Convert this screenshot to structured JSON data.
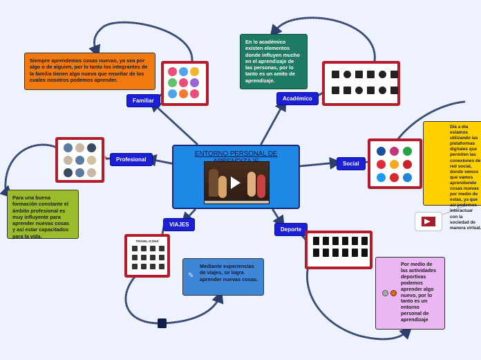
{
  "central": {
    "title": "ENTORNO PERSONAL DE APRENDIZAJE"
  },
  "branches": {
    "familiar": {
      "label": "Familiar",
      "note": "Siempre aprendemos cosas nuevas, ya sea por algo o de alguien, por lo tanto los integrantes de la familia tienen algo nuevo que enseñar de los cuales nosotros podemos aprender."
    },
    "academico": {
      "label": "Académico",
      "note": "En lo académico existen elementos donde influyen mucho en el aprendizaje de las personas, por lo tanto es un amito de aprendizaje."
    },
    "profesional": {
      "label": "Profesional",
      "note": "Para una buena formación constante el ámbito profesional es muy influyente para aprender nuevas cosas y así estar capacitados para la vida."
    },
    "social": {
      "label": "Social",
      "note": "Día a día estamos utilizando las plataformas digitales que permiten las conexiones de red social, donde vemos que vamos aprendiendo cosas nuevas por medio de estas, ya que así podemos interactuar con la sociedad de manera virtual."
    },
    "viajes": {
      "label": "VIAJES",
      "note": "Mediante experiencias de viajes, se logra aprender nuevas cosas.",
      "image_title": "TRAVEL ICONS"
    },
    "deporte": {
      "label": "Deporte",
      "note": "Por medio de las actividades deportivas podemos aprender algo nuevo, por lo tanto es un entorno personal de aprendizaje"
    }
  },
  "colors": {
    "background": "#eef2fc",
    "central": "#1e88e5",
    "label": "#1b1fd6",
    "link": "#2c3e6b",
    "familiar_note": "#f07a10",
    "academico_note": "#1e7a63",
    "profesional_note": "#9bbb2b",
    "social_note": "#ffd000",
    "viajes_note": "#3f86d6",
    "deporte_note": "#eab7f2",
    "image_frame": "#b41b2b"
  },
  "icons": [
    "family-icons-image",
    "education-icons-image",
    "professions-icons-image",
    "social-media-icons-image",
    "travel-icons-image",
    "sports-silhouettes-image",
    "globe-icon",
    "flag-icon",
    "pencil-icon",
    "sports-balls-icon",
    "video-thumbnail"
  ]
}
